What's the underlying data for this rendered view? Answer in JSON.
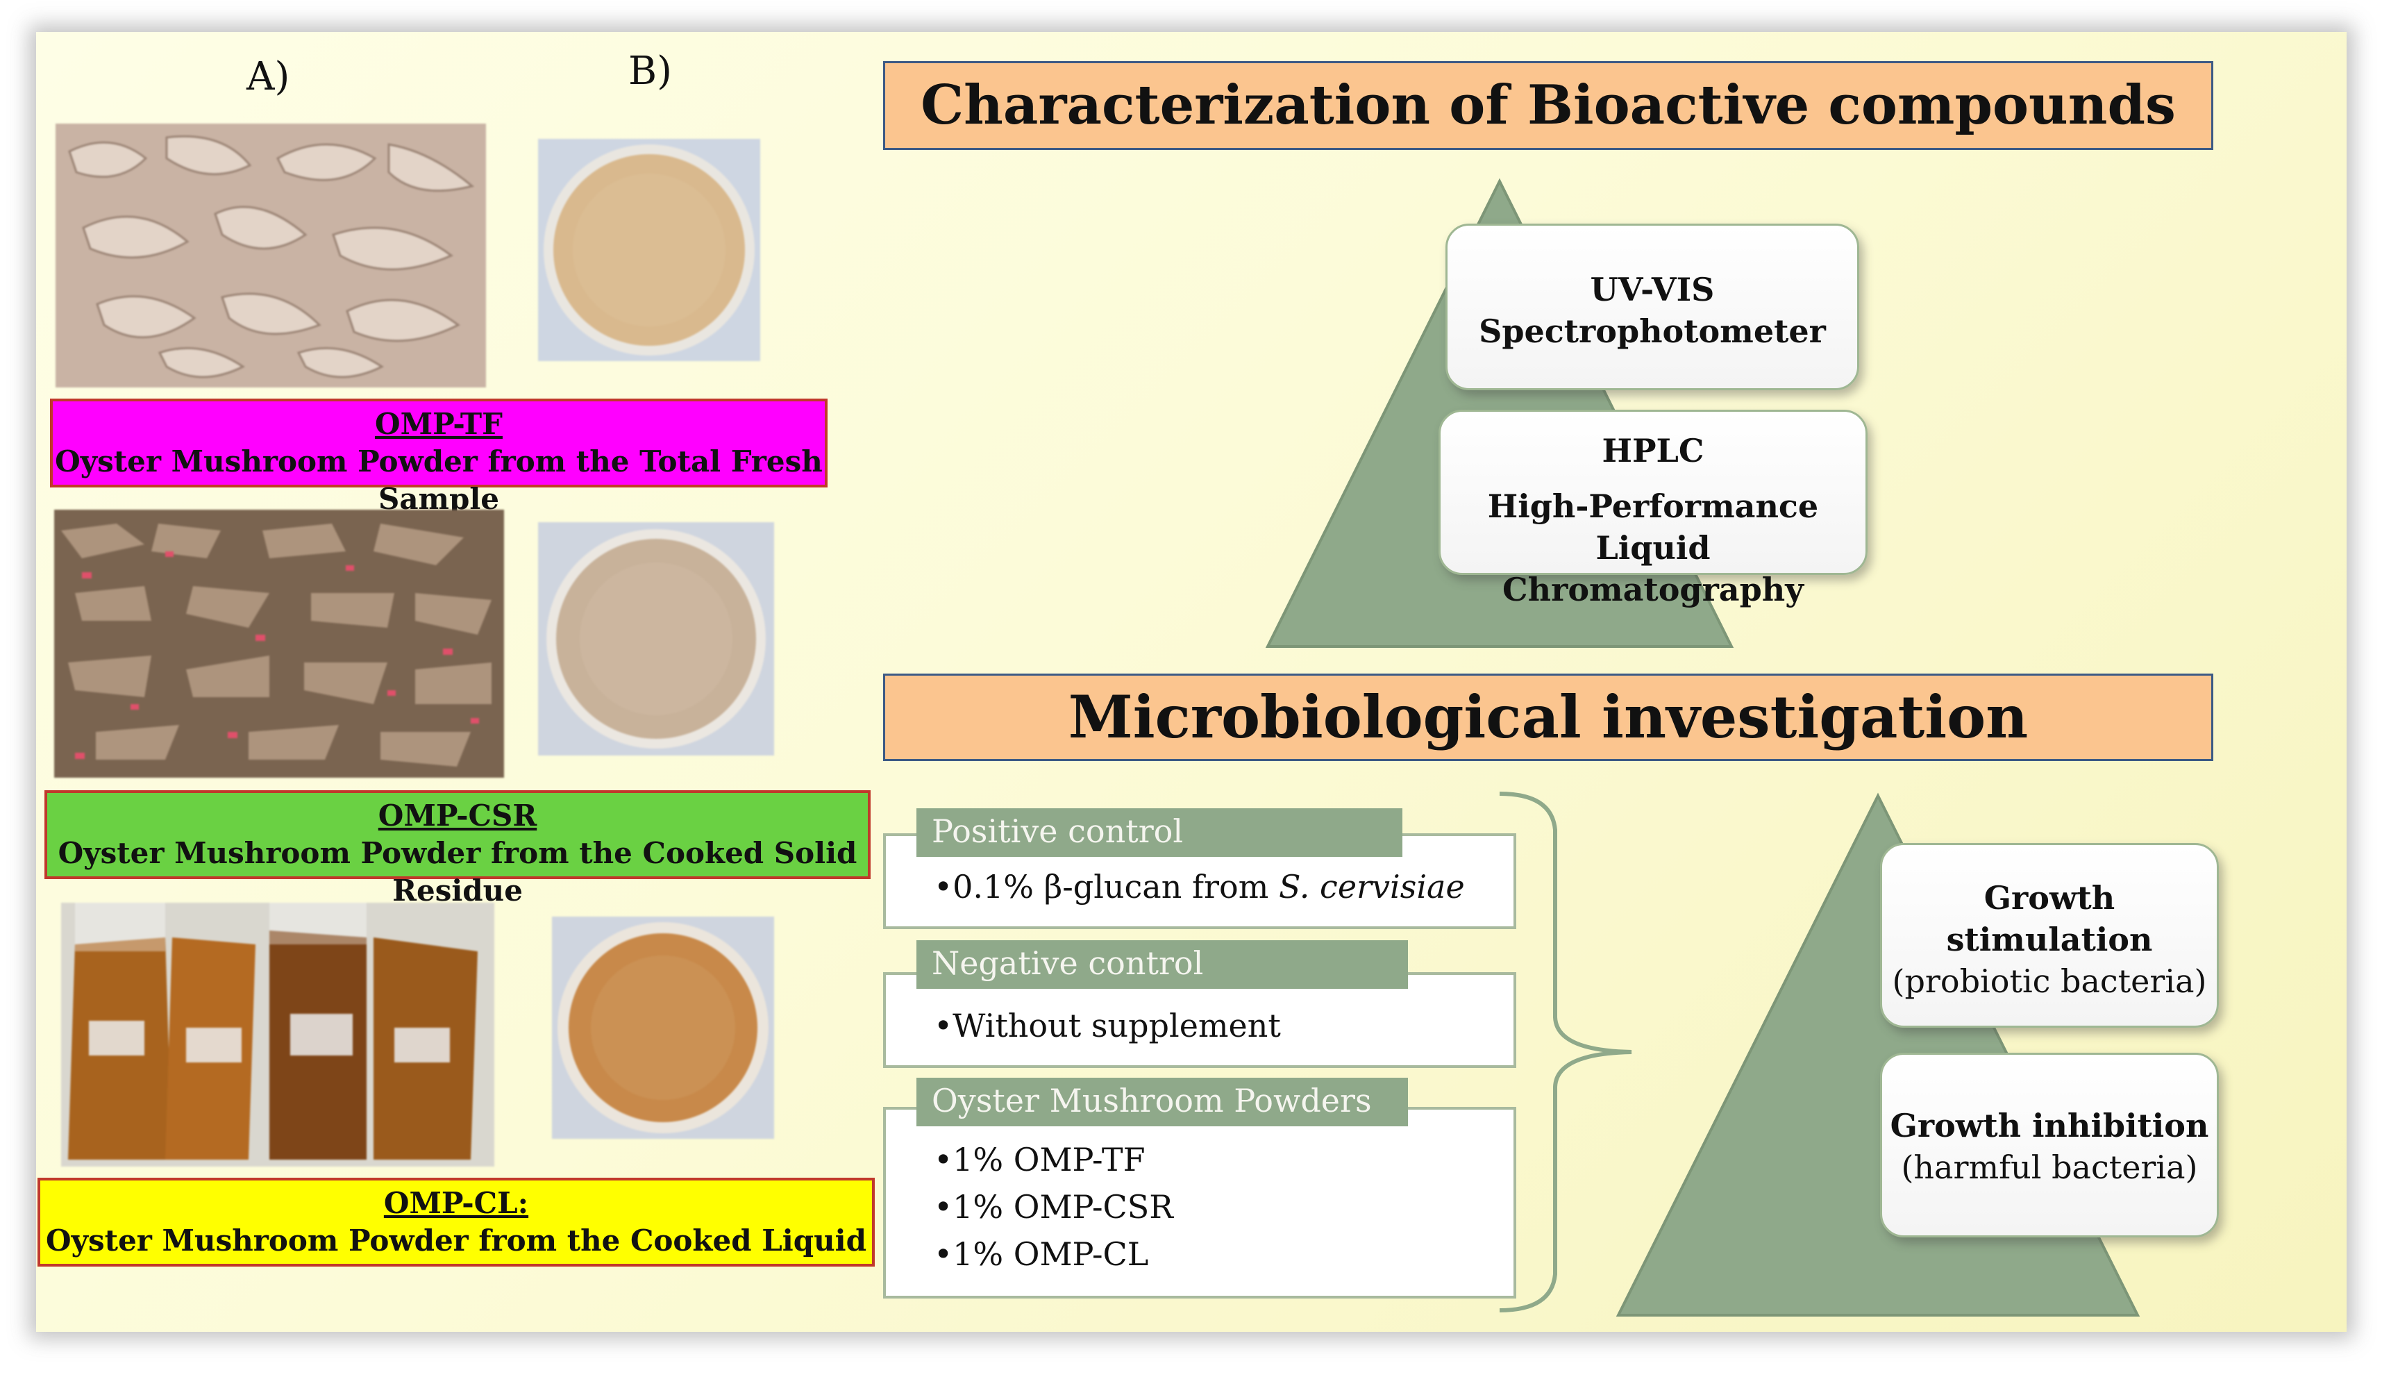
{
  "panels": {
    "a": "A)",
    "b": "B)"
  },
  "samples": [
    {
      "code": "OMP-TF",
      "desc": "Oyster Mushroom Powder from the Total Fresh Sample",
      "color": "#ff00ff"
    },
    {
      "code": "OMP-CSR",
      "desc": "Oyster Mushroom Powder from the Cooked Solid Residue",
      "color": "#6ad143"
    },
    {
      "code": "OMP-CL:",
      "desc": "Oyster Mushroom Powder from the Cooked Liquid",
      "color": "#ffff00"
    }
  ],
  "characterization": {
    "title": "Characterization of Bioactive compounds",
    "uvvis_line1": "UV-VIS",
    "uvvis_line2": "Spectrophotometer",
    "hplc": "HPLC",
    "hplc_line1": "High-Performance",
    "hplc_line2": "Liquid Chromatography"
  },
  "microbio": {
    "title": "Microbiological investigation",
    "positive_label": "Positive control",
    "positive_item_pre": "0.1% β-glucan from ",
    "positive_item_italic": "S. cervisiae",
    "negative_label": "Negative control",
    "negative_item": "Without supplement",
    "powders_label": "Oyster Mushroom Powders",
    "powders_items": [
      "1% OMP-TF",
      "1% OMP-CSR",
      "1% OMP-CL"
    ],
    "stim_line1": "Growth",
    "stim_line2": "stimulation",
    "stim_line3": "(probiotic bacteria)",
    "inhib_line1": "Growth inhibition",
    "inhib_line2": "(harmful bacteria)"
  },
  "colors": {
    "header_bg": "#fbc58f",
    "pyramid": "#8fa98a",
    "label_tag": "#8fa98a"
  }
}
